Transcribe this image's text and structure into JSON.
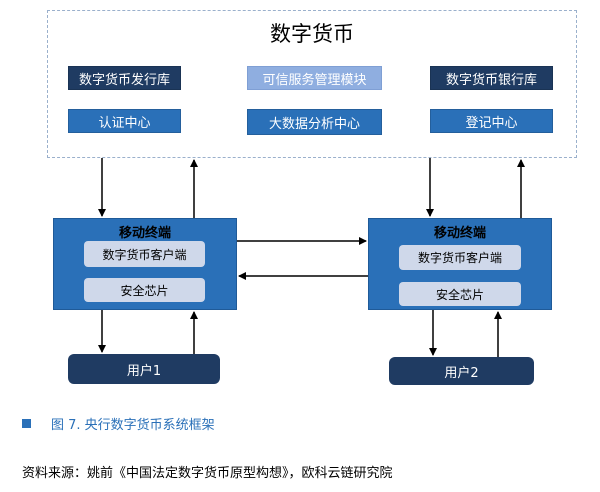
{
  "diagram": {
    "title": "数字货币",
    "top_boxes": [
      {
        "label": "数字货币发行库"
      },
      {
        "label": "可信服务管理模块"
      },
      {
        "label": "数字货币银行库"
      },
      {
        "label": "认证中心"
      },
      {
        "label": "大数据分析中心"
      },
      {
        "label": "登记中心"
      }
    ],
    "terminals": [
      {
        "title": "移动终端",
        "client": "数字货币客户端",
        "chip": "安全芯片"
      },
      {
        "title": "移动终端",
        "client": "数字货币客户端",
        "chip": "安全芯片"
      }
    ],
    "users": [
      {
        "label": "用户1"
      },
      {
        "label": "用户2"
      }
    ]
  },
  "caption": "图 7.  央行数字货币系统框架",
  "source": "资料来源：姚前《中国法定数字货币原型构想》，欧科云链研究院",
  "colors": {
    "dark_box": "#1f3b62",
    "mid_box": "#2a70b8",
    "light_box": "#8faee0",
    "inner_box": "#cfd8ea",
    "caption": "#2a70b8"
  }
}
